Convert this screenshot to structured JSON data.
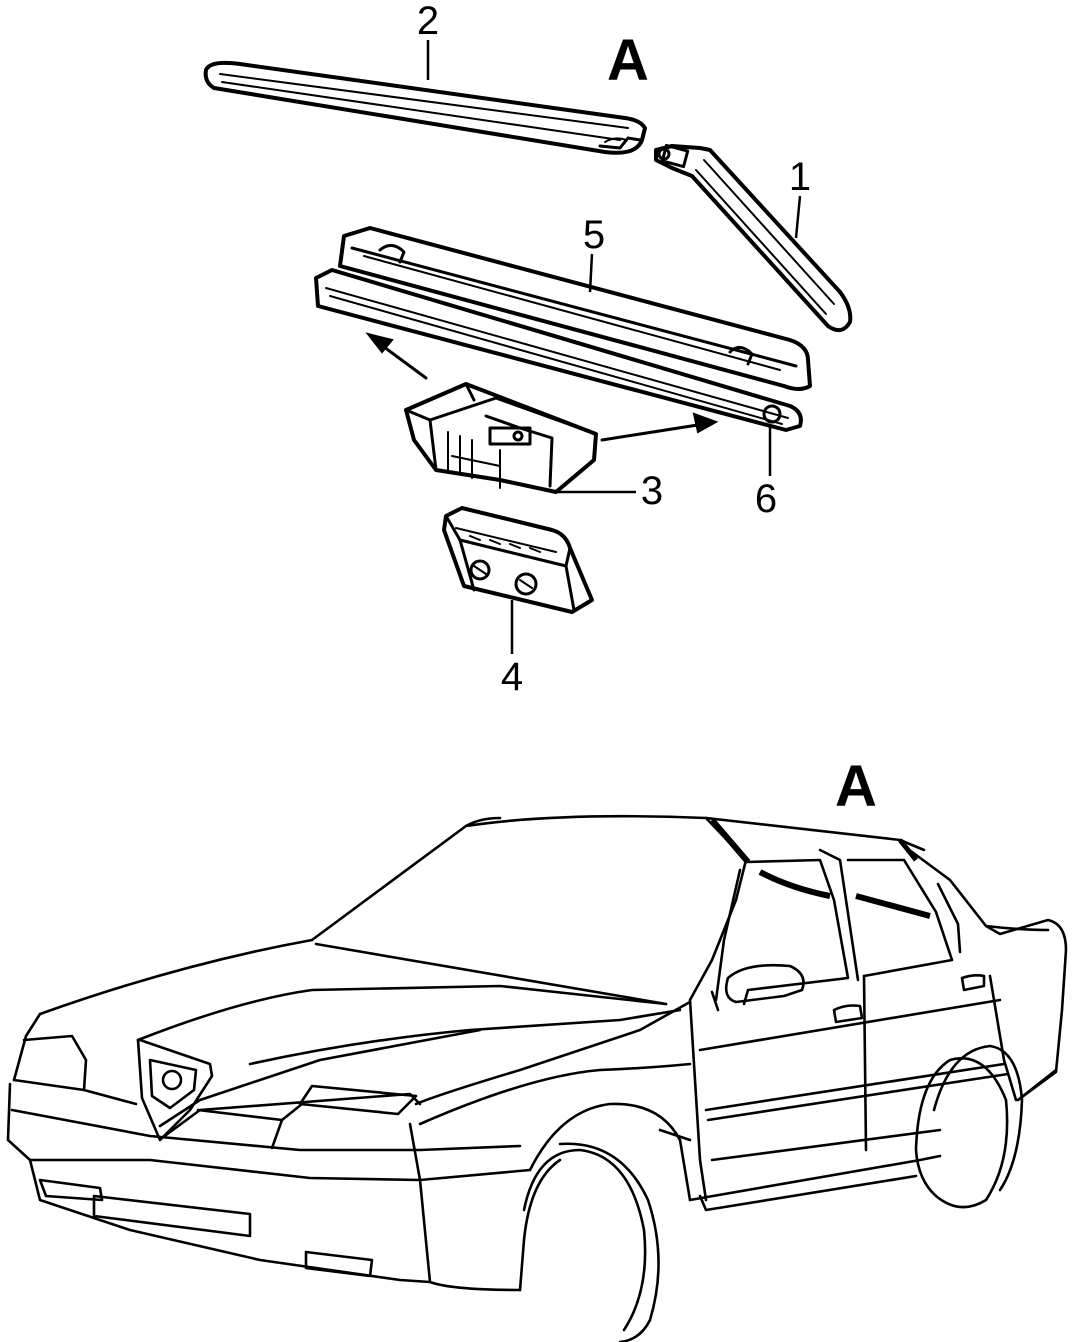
{
  "callouts": {
    "c1": "1",
    "c2": "2",
    "c3": "3",
    "c4": "4",
    "c5": "5",
    "c6": "6"
  },
  "view_labels": {
    "top": "A",
    "car": "A"
  },
  "colors": {
    "ink": "#000000",
    "paper": "#ffffff"
  }
}
